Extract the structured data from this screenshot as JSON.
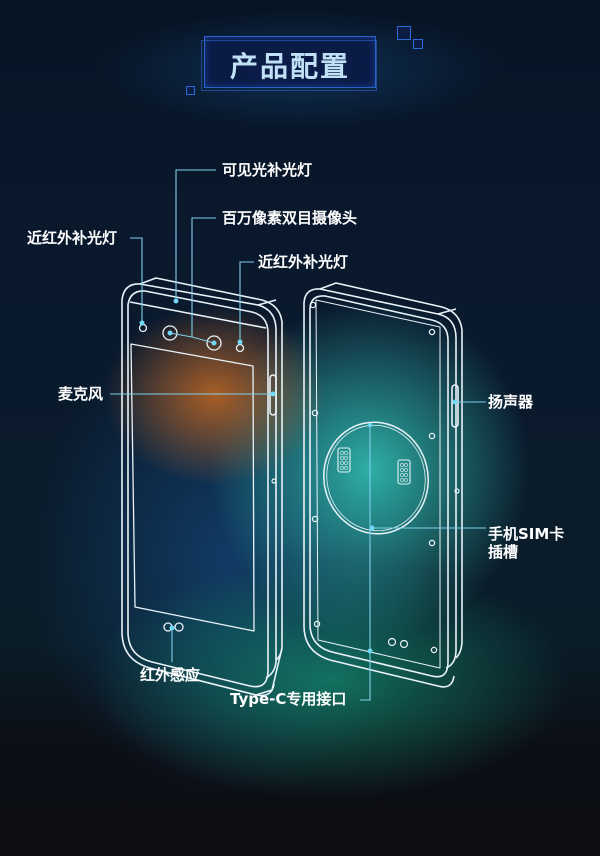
{
  "title": "产品配置",
  "labels": {
    "visible_fill_light": "可见光补光灯",
    "dual_camera": "百万像素双目摄像头",
    "nir_fill_light_left": "近红外补光灯",
    "nir_fill_light_right": "近红外补光灯",
    "microphone": "麦克风",
    "speaker": "扬声器",
    "sim_slot_line1": "手机SIM卡",
    "sim_slot_line2": "插槽",
    "infrared_sensor": "红外感应",
    "typec_port": "Type-C专用接口"
  },
  "colors": {
    "accent_line": "#5fc6e6",
    "outline": "#e8f2f8",
    "title_border": "#2e62c9",
    "title_text": "#bfe0f5"
  }
}
